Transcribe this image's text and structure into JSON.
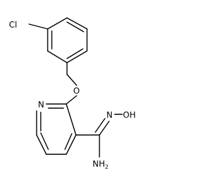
{
  "molecule": {
    "atom_labels": {
      "chlorine": "Cl",
      "ether_oxygen": "O",
      "pyridine_nitrogen": "N",
      "oxime_nitrogen": "N",
      "hydroxyl": "OH",
      "amine_n": "NH",
      "amine_sub": "2"
    },
    "colors": {
      "bond": "#000000",
      "text": "#000000",
      "background": "#ffffff"
    }
  }
}
